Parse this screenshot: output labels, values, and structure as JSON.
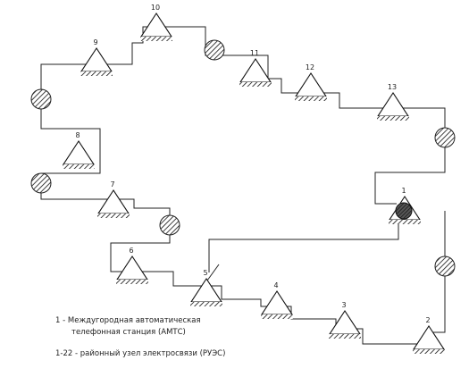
{
  "nodes": [
    {
      "label": "1",
      "icon": "hatched-triangle-exchange-icon"
    },
    {
      "label": "2",
      "icon": "triangle-node-icon"
    },
    {
      "label": "3",
      "icon": "triangle-node-icon"
    },
    {
      "label": "4",
      "icon": "triangle-node-icon"
    },
    {
      "label": "5",
      "icon": "triangle-node-icon"
    },
    {
      "label": "6",
      "icon": "triangle-node-icon"
    },
    {
      "label": "7",
      "icon": "triangle-node-icon"
    },
    {
      "label": "8",
      "icon": "triangle-node-icon"
    },
    {
      "label": "9",
      "icon": "triangle-node-icon"
    },
    {
      "label": "10",
      "icon": "triangle-node-icon"
    },
    {
      "label": "11",
      "icon": "triangle-node-icon"
    },
    {
      "label": "12",
      "icon": "triangle-node-icon"
    },
    {
      "label": "13",
      "icon": "triangle-node-icon"
    }
  ],
  "repeater_icon": "hatched-circle-regenerator-icon",
  "legend": {
    "line1": "1 - Междугородная автоматическая",
    "line2": "телефонная станция (АМТС)",
    "line3": "1-22 - районный узел электросвязи (РУЭС)"
  }
}
